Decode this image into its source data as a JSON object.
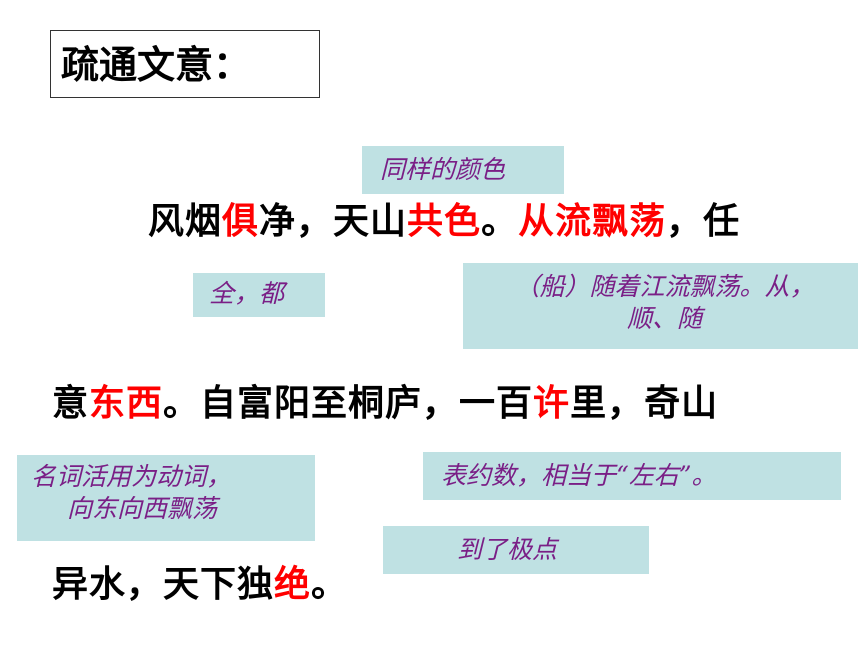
{
  "title": "疏通文意：",
  "line1": {
    "s1": "风烟",
    "s2": "俱",
    "s3": "净，天山",
    "s4": "共色",
    "s5": "。",
    "s6": "从流飘荡",
    "s7": "，任"
  },
  "line2": {
    "s1": "意",
    "s2": "东西",
    "s3": "。自富阳至桐庐，一百",
    "s4": "许",
    "s5": "里，奇山"
  },
  "line3": {
    "s1": "异水，天下独",
    "s2": "绝",
    "s3": "。"
  },
  "notes": {
    "tongyang": "同样的颜色",
    "quandou": "全，都",
    "chuan_l1": "（船）随着江流飘荡。从，",
    "chuan_l2": "顺、随",
    "mingci_l1": "名词活用为动词，",
    "mingci_l2": "向东向西飘荡",
    "yueshu": "表约数，相当于“左右”。",
    "jidian": "到了极点"
  }
}
